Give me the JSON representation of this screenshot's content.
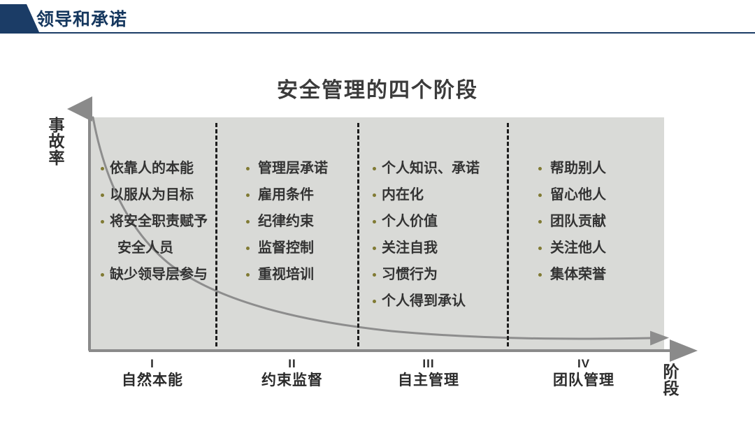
{
  "header": {
    "title": "领导和承诺",
    "accent_color": "#15375e",
    "rule_color": "#1b3c66",
    "shape_icon": "navy-parallelogram-icon"
  },
  "chart_title": "安全管理的四个阶段",
  "axes": {
    "y_label": "事故率",
    "y_label_chars": [
      "事",
      "故",
      "率"
    ],
    "x_label": "阶段",
    "x_label_chars": [
      "阶",
      "段"
    ],
    "axis_color": "#8a8a8a"
  },
  "panel": {
    "background_color": "#d9dad7",
    "divider_color": "#1d1d1d",
    "bullet_color": "#807a33",
    "curve_color": "#8d8d8d"
  },
  "columns": [
    {
      "roman": "I",
      "name": "自然本能",
      "items": [
        {
          "text": "依靠人的本能",
          "bullet": true
        },
        {
          "text": "以服从为目标",
          "bullet": true
        },
        {
          "text": "将安全职责赋予",
          "bullet": true
        },
        {
          "text": "安全人员",
          "bullet": false
        },
        {
          "text": "缺少领导层参与",
          "bullet": true
        }
      ]
    },
    {
      "roman": "II",
      "name": "约束监督",
      "items": [
        {
          "text": "管理层承诺",
          "bullet": true
        },
        {
          "text": "雇用条件",
          "bullet": true
        },
        {
          "text": "纪律约束",
          "bullet": true
        },
        {
          "text": "监督控制",
          "bullet": true
        },
        {
          "text": "重视培训",
          "bullet": true
        }
      ]
    },
    {
      "roman": "III",
      "name": "自主管理",
      "items": [
        {
          "text": "个人知识、承诺",
          "bullet": true
        },
        {
          "text": "内在化",
          "bullet": true
        },
        {
          "text": "个人价值",
          "bullet": true
        },
        {
          "text": "关注自我",
          "bullet": true
        },
        {
          "text": "习惯行为",
          "bullet": true
        },
        {
          "text": "个人得到承认",
          "bullet": true
        }
      ]
    },
    {
      "roman": "IV",
      "name": "团队管理",
      "items": [
        {
          "text": "帮助别人",
          "bullet": true
        },
        {
          "text": "留心他人",
          "bullet": true
        },
        {
          "text": "团队贡献",
          "bullet": true
        },
        {
          "text": "关注他人",
          "bullet": true
        },
        {
          "text": "集体荣誉",
          "bullet": true
        }
      ]
    }
  ],
  "chart_data": {
    "type": "line",
    "title": "安全管理的四个阶段",
    "xlabel": "阶段",
    "ylabel": "事故率",
    "grid": false,
    "legend": "none",
    "categories": [
      "I 自然本能",
      "II 约束监督",
      "III 自主管理",
      "IV 团队管理"
    ],
    "series": [
      {
        "name": "事故率",
        "description": "随安全管理阶段提升而持续下降的事故率曲线",
        "x": [
          0,
          0.5,
          1,
          1.5,
          2,
          2.5,
          3,
          3.5,
          4
        ],
        "values": [
          100,
          62,
          42,
          30,
          22,
          16,
          12,
          9,
          7
        ]
      }
    ],
    "annotations": [
      "第I阶段与第II阶段之间有虚线分隔",
      "第II阶段与第III阶段之间有虚线分隔",
      "第III阶段与第IV阶段之间有虚线分隔"
    ]
  }
}
